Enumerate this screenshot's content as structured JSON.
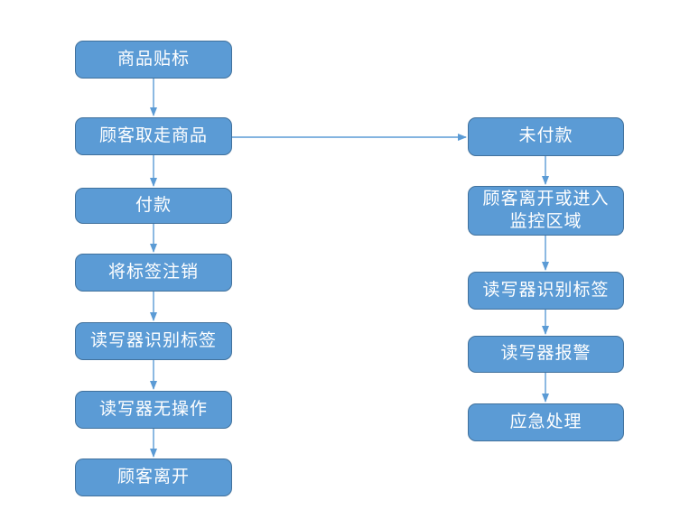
{
  "diagram": {
    "type": "flowchart",
    "colors": {
      "node_fill": "#5b9bd5",
      "node_border": "#41719c",
      "arrow": "#5b9bd5",
      "text": "#ffffff",
      "background": "#ffffff"
    },
    "nodes": {
      "left": [
        {
          "id": "product_labeling",
          "label": "商品贴标"
        },
        {
          "id": "customer_takes_product",
          "label": "顾客取走商品"
        },
        {
          "id": "payment",
          "label": "付款"
        },
        {
          "id": "deactivate_tag",
          "label": "将标签注销"
        },
        {
          "id": "reader_identifies_tag",
          "label": "读写器识别标签"
        },
        {
          "id": "reader_no_operation",
          "label": "读写器无操作"
        },
        {
          "id": "customer_leaves",
          "label": "顾客离开"
        }
      ],
      "right": [
        {
          "id": "unpaid",
          "label": "未付款"
        },
        {
          "id": "customer_leaves_or_enters_monitored_area",
          "label": "顾客离开或进入监控区域",
          "lines": [
            "顾客离开或进入",
            "监控区域"
          ]
        },
        {
          "id": "reader_identifies_tag_2",
          "label": "读写器识别标签"
        },
        {
          "id": "reader_alarm",
          "label": "读写器报警"
        },
        {
          "id": "emergency_handling",
          "label": "应急处理"
        }
      ]
    },
    "edges": [
      {
        "from": "product_labeling",
        "to": "customer_takes_product"
      },
      {
        "from": "customer_takes_product",
        "to": "payment"
      },
      {
        "from": "customer_takes_product",
        "to": "unpaid"
      },
      {
        "from": "payment",
        "to": "deactivate_tag"
      },
      {
        "from": "deactivate_tag",
        "to": "reader_identifies_tag"
      },
      {
        "from": "reader_identifies_tag",
        "to": "reader_no_operation"
      },
      {
        "from": "reader_no_operation",
        "to": "customer_leaves"
      },
      {
        "from": "unpaid",
        "to": "customer_leaves_or_enters_monitored_area"
      },
      {
        "from": "customer_leaves_or_enters_monitored_area",
        "to": "reader_identifies_tag_2"
      },
      {
        "from": "reader_identifies_tag_2",
        "to": "reader_alarm"
      },
      {
        "from": "reader_alarm",
        "to": "emergency_handling"
      }
    ]
  }
}
